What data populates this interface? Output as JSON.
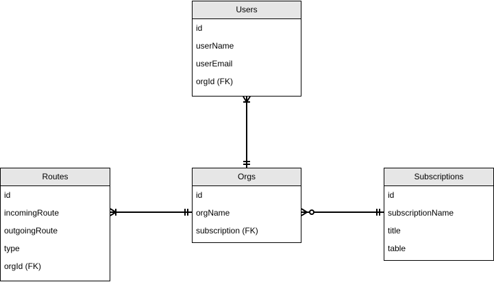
{
  "entities": {
    "users": {
      "title": "Users",
      "fields": [
        "id",
        "userName",
        "userEmail",
        "orgId (FK)"
      ]
    },
    "orgs": {
      "title": "Orgs",
      "fields": [
        "id",
        "orgName",
        "subscription (FK)"
      ]
    },
    "routes": {
      "title": "Routes",
      "fields": [
        "id",
        "incomingRoute",
        "outgoingRoute",
        "type",
        "orgId (FK)"
      ]
    },
    "subscriptions": {
      "title": "Subscriptions",
      "fields": [
        "id",
        "subscriptionName",
        "title",
        "table"
      ]
    }
  },
  "relationships": [
    {
      "from": "orgs",
      "to": "users",
      "from_cardinality": "one-mandatory",
      "to_cardinality": "one-or-many"
    },
    {
      "from": "orgs",
      "to": "routes",
      "from_cardinality": "one-mandatory",
      "to_cardinality": "one-or-many"
    },
    {
      "from": "subscriptions",
      "to": "orgs",
      "from_cardinality": "one-mandatory",
      "to_cardinality": "zero-or-many"
    }
  ],
  "colors": {
    "header_fill": "#e6e6e6",
    "border": "#000000",
    "text": "#000000",
    "background": "#ffffff"
  }
}
